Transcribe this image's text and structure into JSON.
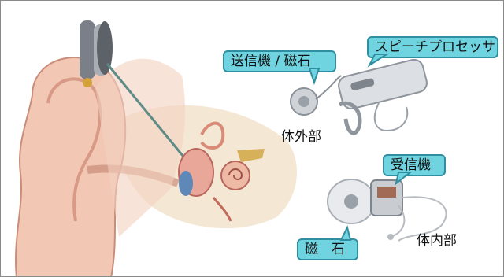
{
  "labels": {
    "transmitter_magnet": "送信機 / 磁石",
    "speech_processor": "スピーチプロセッサ",
    "external_part": "体外部",
    "receiver": "受信機",
    "magnet": "磁　石",
    "internal_part": "体内部"
  },
  "colors": {
    "callout_fill": "#6fd3e0",
    "callout_border": "#2f8fa0",
    "skin": "#f2c7b3",
    "skin_shadow": "#d89a86",
    "bone": "#f3e6cf"
  }
}
